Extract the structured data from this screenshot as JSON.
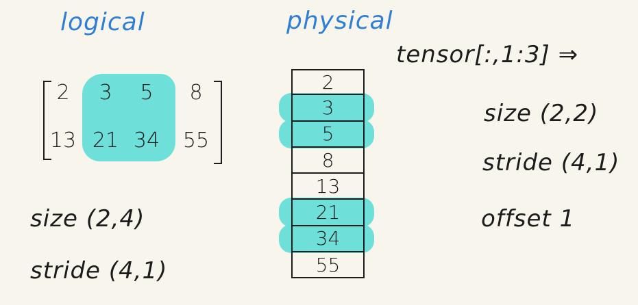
{
  "headings": {
    "logical": "logical",
    "physical": "physical"
  },
  "logical": {
    "matrix": [
      [
        "2",
        "3",
        "5",
        "8"
      ],
      [
        "13",
        "21",
        "34",
        "55"
      ]
    ],
    "size": "size (2,4)",
    "stride": "stride (4,1)"
  },
  "physical": {
    "storage": [
      "2",
      "3",
      "5",
      "8",
      "13",
      "21",
      "34",
      "55"
    ],
    "highlighted": [
      false,
      true,
      true,
      false,
      false,
      true,
      true,
      false
    ]
  },
  "slice": {
    "expression": "tensor[:,1:3] ⇒",
    "size": "size (2,2)",
    "stride": "stride (4,1)",
    "offset": "offset 1"
  },
  "colors": {
    "highlight": "#6fe0d9",
    "heading": "#2f7fd6",
    "background": "#f8f5ec"
  }
}
